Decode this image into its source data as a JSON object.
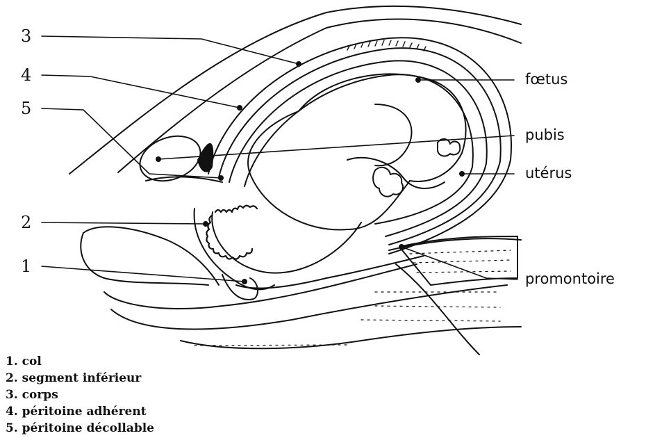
{
  "labels": {
    "foetus": "fœtus",
    "pubis": "pubis",
    "uterus": "utérus",
    "promontoire": "promontoire"
  },
  "numbers": [
    "3",
    "4",
    "5",
    "2",
    "1"
  ],
  "legend": [
    "1. col",
    "2. segment inférieur",
    "3. corps",
    "4. péritoine adhérent",
    "5. péritoine décollable"
  ]
}
